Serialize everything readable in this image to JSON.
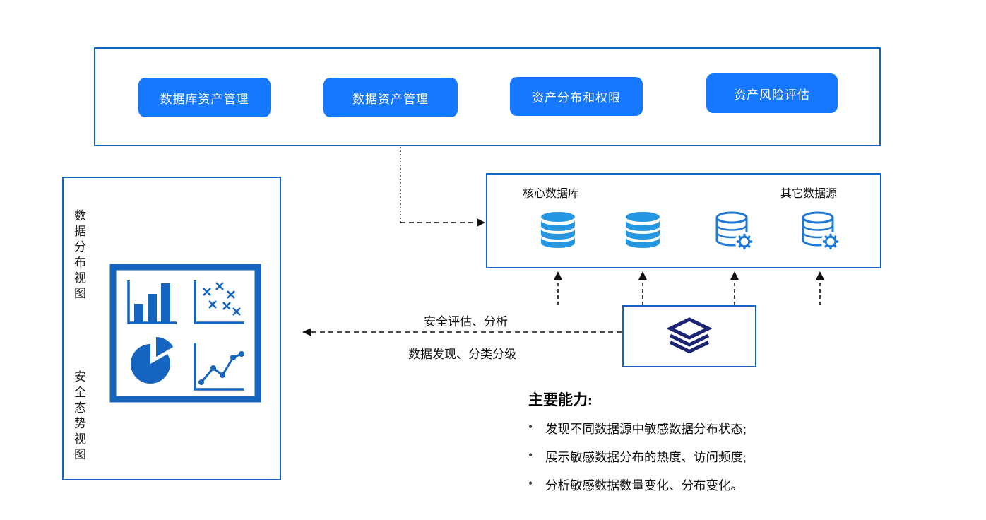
{
  "top_panel": {
    "buttons": [
      {
        "label": "数据库资产管理"
      },
      {
        "label": "数据资产管理"
      },
      {
        "label": "资产分布和权限"
      },
      {
        "label": "资产风险评估"
      }
    ]
  },
  "left_panel": {
    "top_label": "数据分布视图",
    "bottom_label": "安全态势视图"
  },
  "datasource_panel": {
    "core_db_label": "核心数据库",
    "other_db_label": "其它数据源"
  },
  "flow_labels": {
    "assessment": "安全评估、分析",
    "discovery": "数据发现、分类分级"
  },
  "capabilities": {
    "title": "主要能力:",
    "bullet": "•",
    "items": [
      "发现不同数据源中敏感数据分布状态;",
      "展示敏感数据分布的热度、访问频度;",
      "分析敏感数据数量变化、分布变化。"
    ]
  },
  "colors": {
    "panel_border": "#1663c8",
    "button_fill": "#1677ff",
    "database_fill": "#2597e2",
    "database_outline": "#1e7ad4",
    "chart_blue": "#1565c0",
    "layers_navy": "#1a2472",
    "connector": "#111111"
  }
}
